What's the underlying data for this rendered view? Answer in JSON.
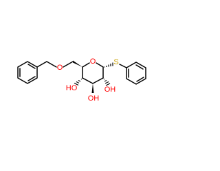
{
  "molecule": {
    "labels": {
      "ring_oxygen": "O",
      "ether_oxygen": "O",
      "sulfur": "S",
      "oh_c2": "OH",
      "oh_c3": "OH",
      "oh_c4": "HO"
    },
    "colors": {
      "oxygen": "#ff0000",
      "sulfur": "#c8a000",
      "bond": "#000000"
    }
  }
}
